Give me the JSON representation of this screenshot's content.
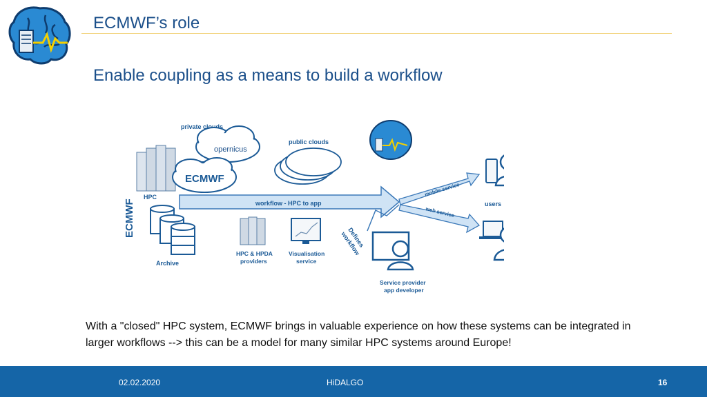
{
  "slide": {
    "title": "ECMWF’s role",
    "subtitle": "Enable coupling as a means to build a workflow",
    "body": "With a \"closed\" HPC system, ECMWF brings in valuable experience on how these systems can be integrated in larger workflows --> this can be a model for many similar HPC systems around Europe!"
  },
  "diagram": {
    "ecmwf_vertical": "ECMWF",
    "private_clouds": "private clouds",
    "copernicus": "opernicus",
    "ecmwf_cloud": "ECMWF",
    "public_clouds": "public clouds",
    "hpc": "HPC",
    "archive": "Archive",
    "workflow_arrow": "workflow  -  HPC to app",
    "hpc_hpda": [
      "HPC & HPDA",
      "providers"
    ],
    "visualisation": [
      "Visualisation",
      "service"
    ],
    "defines_workflow": [
      "Defines",
      "workflow"
    ],
    "mobile_service": "mobile service",
    "web_service": "web service",
    "users": "users",
    "service_provider": [
      "Service provider",
      "app developer"
    ]
  },
  "footer": {
    "date": "02.02.2020",
    "project": "HiDALGO",
    "page": "16"
  },
  "colors": {
    "title": "#1b4f8a",
    "footer": "#1565a7",
    "arrow": "#cfe3f5",
    "diagram_text": "#1b5a96"
  }
}
